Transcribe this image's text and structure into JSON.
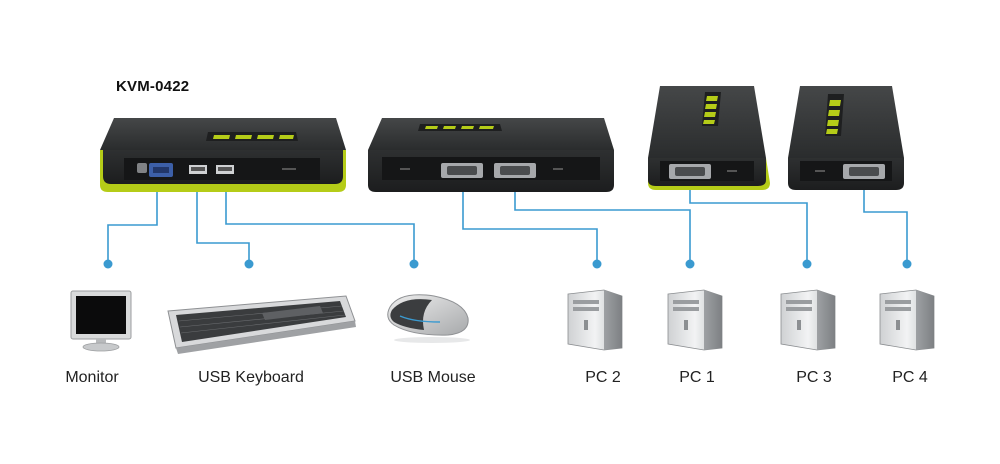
{
  "title": "KVM-0422",
  "labels": {
    "monitor": "Monitor",
    "keyboard": "USB Keyboard",
    "mouse": "USB Mouse",
    "pc2": "PC 2",
    "pc1": "PC 1",
    "pc3": "PC 3",
    "pc4": "PC 4"
  },
  "colors": {
    "device_body": "#2b2d2e",
    "accent_lime": "#b5cc18",
    "connector_line": "#3a9ad0",
    "vga_port": "#3c5fa8"
  }
}
